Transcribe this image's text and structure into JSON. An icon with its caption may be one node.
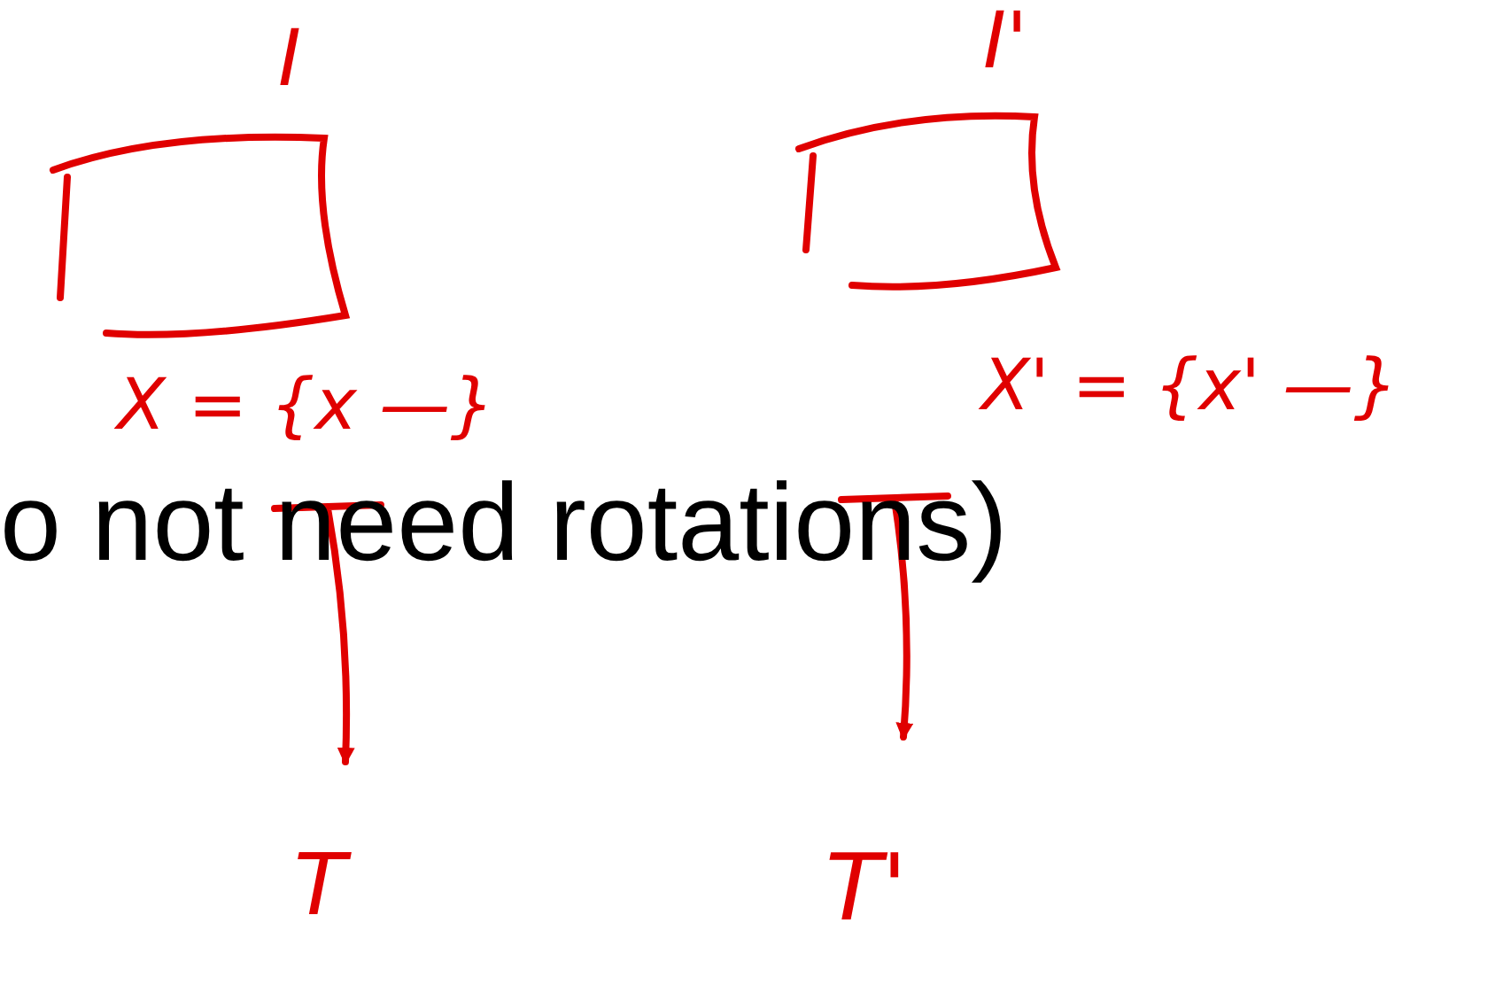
{
  "diagram": {
    "nodes": [
      {
        "text": [
          "I"
        ]
      },
      {
        "text": [
          "I'"
        ]
      },
      {
        "text": [
          "X = {x —}"
        ]
      },
      {
        "text": [
          "X' = {x' —}"
        ]
      },
      {
        "text": [
          "T"
        ]
      },
      {
        "text": [
          "T'"
        ]
      }
    ],
    "edges": [
      {
        "from": 2,
        "to": 4,
        "arrow": "to"
      },
      {
        "from": 3,
        "to": 5,
        "arrow": "to"
      }
    ],
    "labels": [
      "o not need rotations)"
    ]
  }
}
